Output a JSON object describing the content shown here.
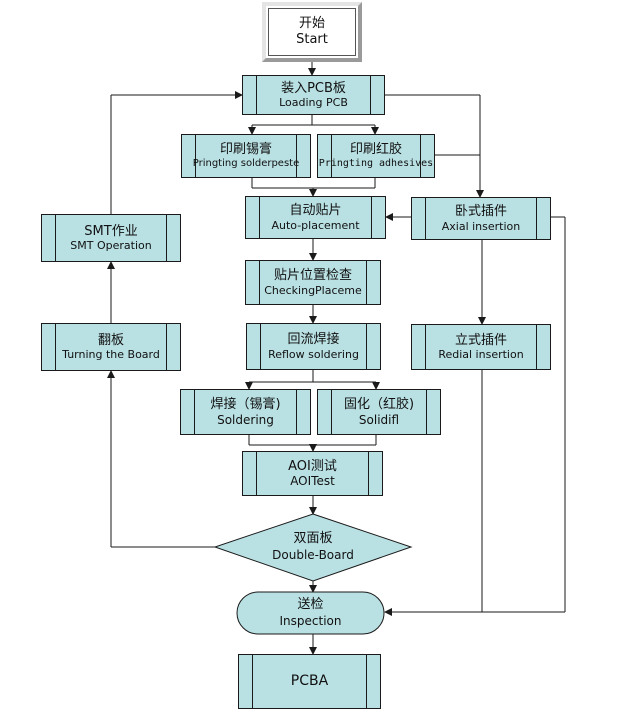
{
  "start": {
    "zh": "开始",
    "en": "Start"
  },
  "loading": {
    "zh": "装入PCB板",
    "en": "Loading PCB"
  },
  "print_paste": {
    "zh": "印刷锡膏",
    "en": "Pringting solderpeste"
  },
  "print_adhesive": {
    "zh": "印刷红胶",
    "en": "Pringting adhesives"
  },
  "auto_place": {
    "zh": "自动贴片",
    "en": "Auto-placement"
  },
  "check_place": {
    "zh": "贴片位置检查",
    "en": "CheckingPlaceme"
  },
  "reflow": {
    "zh": "回流焊接",
    "en": "Reflow soldering"
  },
  "soldering": {
    "zh": "焊接（锡膏)",
    "en": "Soldering"
  },
  "solidify": {
    "zh": "固化（红胶)",
    "en": "Solidifl"
  },
  "aoi": {
    "zh": "AOI测试",
    "en": "AOITest"
  },
  "double_board": {
    "zh": "双面板",
    "en": "Double-Board"
  },
  "inspection": {
    "zh": "送检",
    "en": "Inspection"
  },
  "pcba": {
    "en": "PCBA"
  },
  "smt_operation": {
    "zh": "SMT作业",
    "en": "SMT Operation"
  },
  "turning_board": {
    "zh": "翻板",
    "en": "Turning the Board"
  },
  "axial": {
    "zh": "卧式插件",
    "en": "Axial insertion"
  },
  "radial": {
    "zh": "立式插件",
    "en": "Redial insertion"
  },
  "colors": {
    "box_fill": "#b9e0e3",
    "line": "#1a1a1a",
    "background": "#ffffff"
  }
}
